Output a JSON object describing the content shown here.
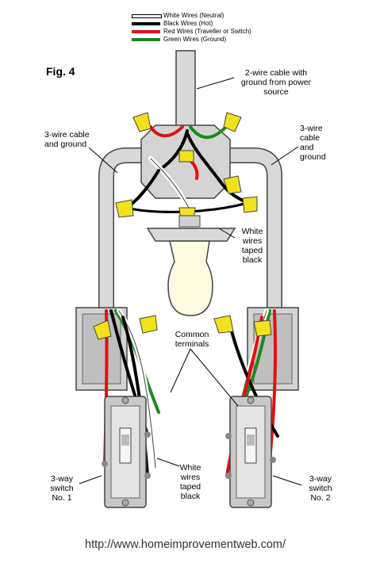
{
  "legend": [
    {
      "text": "White Wires (Neutral)",
      "color": "#ffffff"
    },
    {
      "text": "Black Wires (Hot)",
      "color": "#000000"
    },
    {
      "text": "Red Wires (Traveller or Switch)",
      "color": "#e01010"
    },
    {
      "text": "Green Wires (Ground)",
      "color": "#1a8a1a"
    }
  ],
  "figure_label": "Fig. 4",
  "labels": {
    "power_cable": [
      "2-wire cable with",
      "ground from power",
      "source"
    ],
    "left_cable": [
      "3-wire cable",
      "and ground"
    ],
    "right_cable": [
      "3-wire",
      "cable",
      "and",
      "ground"
    ],
    "white_wires_top": [
      "White",
      "wires",
      "taped",
      "black"
    ],
    "common_terminals": [
      "Common",
      "terminals"
    ],
    "white_wires_bottom": [
      "White",
      "wires",
      "taped",
      "black"
    ],
    "switch_1": [
      "3-way",
      "switch",
      "No. 1"
    ],
    "switch_2": [
      "3-way",
      "switch",
      "No. 2"
    ]
  },
  "url": "http://www.homeimprovementweb.com/",
  "colors": {
    "conduit": "#d9d9d9",
    "conduit_outline": "#444444",
    "wire_nut": "#f2e21c",
    "bulb": "#fffbe0",
    "switch_body": "#c8c8c8"
  }
}
